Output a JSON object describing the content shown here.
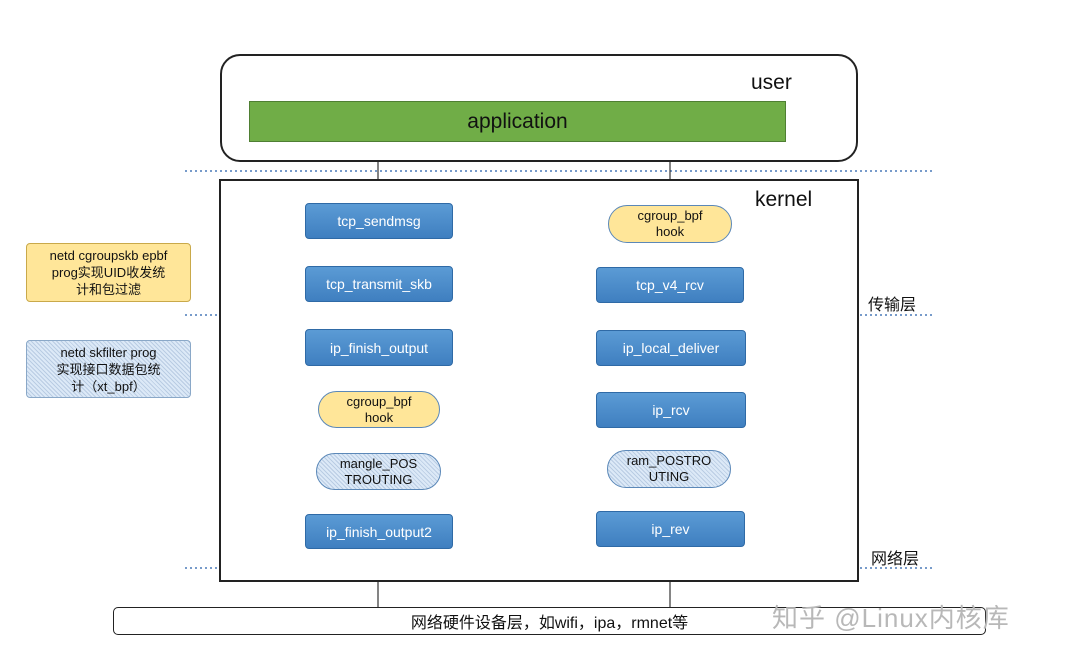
{
  "regions": {
    "user_label": "user",
    "kernel_label": "kernel",
    "application_label": "application"
  },
  "layers": {
    "transport": "传输层",
    "network": "网络层",
    "hardware": "网络硬件设备层，如wifi，ipa，rmnet等"
  },
  "notes": {
    "cgroupskb": [
      "netd cgroupskb epbf",
      "prog实现UID收发统",
      "计和包过滤"
    ],
    "skfilter": [
      "netd skfilter prog",
      "实现接口数据包统",
      "计（xt_bpf）"
    ]
  },
  "egress_path": {
    "tcp_sendmsg": "tcp_sendmsg",
    "tcp_transmit_skb": "tcp_transmit_skb",
    "ip_finish_output": "ip_finish_output",
    "cgroup_hook": [
      "cgroup_bpf",
      "hook"
    ],
    "mangle": [
      "mangle_POS",
      "TROUTING"
    ],
    "ip_finish_output2": "ip_finish_output2"
  },
  "ingress_path": {
    "cgroup_hook": [
      "cgroup_bpf",
      "hook"
    ],
    "tcp_v4_rcv": "tcp_v4_rcv",
    "ip_local_deliver": "ip_local_deliver",
    "ip_rcv": "ip_rcv",
    "ram_postrouting": [
      "ram_POSTRO",
      "UTING"
    ],
    "ip_rev": "ip_rev"
  },
  "watermark": "知乎 @Linux内核库",
  "colors": {
    "application": "#70ad47",
    "blue_node": "#5b9bd5",
    "yellow_node": "#ffe699",
    "hatched_node": "#dce9f7",
    "dotted_line": "#4a7ab8"
  }
}
